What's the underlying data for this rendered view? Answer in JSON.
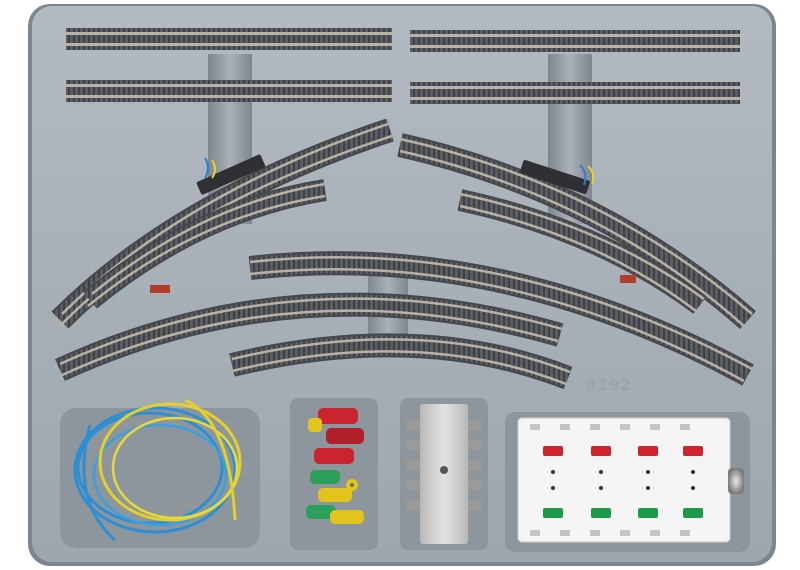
{
  "scene": {
    "description_title": "",
    "tray_number": "8192",
    "colors": {
      "background": "#ffffff",
      "tray": "#a9b0b8",
      "tray_shadow": "#7d858e",
      "sleeper": "#4b4e52",
      "rail": "#b9b2a4",
      "mount": "#8e969f",
      "control_panel": "#f4f4f4",
      "button_red": "#d0222a",
      "button_green": "#1e9a4a",
      "wire_blue": "#2c8fd6",
      "wire_yellow": "#e3d02a",
      "plug_red": "#c92430",
      "plug_green": "#2aa05a",
      "plug_yellow": "#e2c41c",
      "distributor": "#c8c9c6"
    },
    "objects": [
      "straight-track",
      "curved-track",
      "turnout",
      "wire-coil",
      "connector-plugs",
      "distribution-strip",
      "control-box"
    ]
  }
}
